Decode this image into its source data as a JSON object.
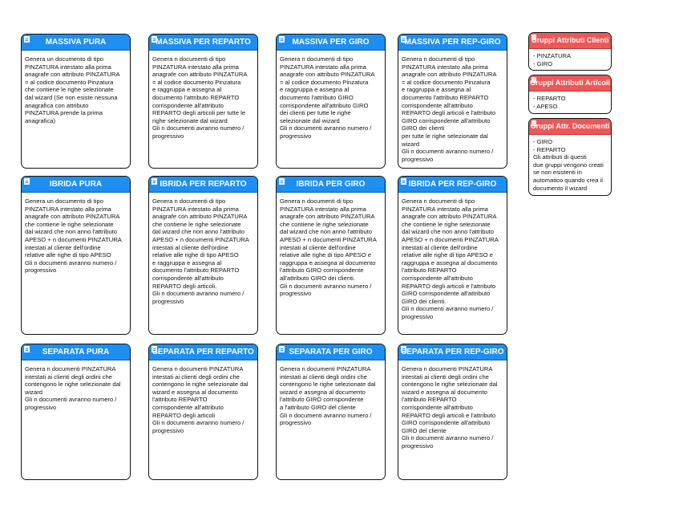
{
  "cards": [
    {
      "title": "MASSIVA PURA",
      "text": "Genera un documento di tipo\nPINZATURA intestato alla prima\nanagrafe con attributo PINZATURA\n= al codice documento Pinzatura\nche contiene le righe selezionate\ndal wizard (Se non esiste nessuna\nanagrafica con attributo\nPINZATURA prende la prima\nanagrafica)"
    },
    {
      "title": "MASSIVA PER REPARTO",
      "text": "Genera n documenti di tipo\nPINZATURA intestato alla prima\nanagrafe con attributo PINZATURA\n= al codice documento Pinzatura\ne raggruppa e assegna al\ndocumento l'attributo REPARTO\ncorrispondente all'attributo\nREPARTO degli articoli per tutte le\nrighe selezionate dal wizard\nGli n documenti avranno numero /\nprogressivo"
    },
    {
      "title": "MASSIVA PER GIRO",
      "text": "Genera n documenti di tipo\nPINZATURA intestato alla prima\nanagrafe con attributo PINZATURA\n= al codice documento Pinzatura\ne raggruppa e assegna al\ndocumento l'attributo GIRO\ncorrispondente all'attributo GIRO\ndei clienti per tutte le righe\nselezionate dal wizard\nGli n documenti avranno numero /\nprogressivo"
    },
    {
      "title": "MASSIVA PER REP-GIRO",
      "text": "Genera n documenti di tipo\nPINZATURA intestato alla prima\nanagrafe con attributo PINZATURA\n= al codice documento Pinzatura\ne raggruppa e assegna al\ndocumento l'attributo REPARTO\ncorrispondente all'attributo\nREPARTO degli articoli e l'attributo\nGIRO corrispondente all'attributo\nGIRO dei clienti\n per tutte le righe selezionate dal\nwizard\nGli n documenti avranno numero /\nprogressivo"
    },
    {
      "title": "IBRIDA PURA",
      "text": "Genera un documento di tipo\nPINZATURA intestato alla prima\nanagrafe con attributo PINZATURA\nche contiene le righe selezionate\ndal wizard che non anno l'attributo\nAPESO + n documenti PINZATURA\nintestati al cliente dell'ordine\nrelative alle righe di tipo APESO\nGli n documenti avranno numero /\nprogressivo"
    },
    {
      "title": "IBRIDA PER REPARTO",
      "text": "Genera n documenti di tipo\nPINZATURA intestato alla prima\nanagrafe con attributo PINZATURA\nche contiene le righe selezionate\ndal wizard che non anno l'attributo\nAPESO + n documenti PINZATURA\nintestati al cliente dell'ordine\nrelative alle righe di tipo APESO\ne raggruppa e assegna al\ndocumento l'attributo REPARTO\ncorrispondente all'attributo\nREPARTO degli articoli.\nGli n documenti avranno numero /\nprogressivo"
    },
    {
      "title": "IBRIDA PER GIRO",
      "text": "Genera n documenti di tipo\nPINZATURA intestato alla prima\nanagrafe con attributo PINZATURA\nche contiene le righe selezionate\ndal wizard che non anno l'attributo\nAPESO + n documenti PINZATURA\nintestati al cliente dell'ordine\nrelative alle righe di tipo APESO e\nraggruppa e assegna al documento\nl'attributo GIRO corrispondente\nall'attributo GIRO dei clienti.\nGli n documenti avranno numero /\nprogressivo"
    },
    {
      "title": "IBRIDA PER REP-GIRO",
      "text": "Genera n documenti di tipo\nPINZATURA intestato alla prima\nanagrafe con attributo PINZATURA\nche contiene le righe selezionate\ndal wizard che non anno l'attributo\nAPESO + n documenti PINZATURA\nintestati al cliente dell'ordine\nrelative alle righe di tipo APESO e\nraggruppa e assegna al documento\nl'attributo REPARTO\ncorrispondente all'attributo\nREPARTO degli articoli e l'attributo\nGIRO corrispondente all'attributo\nGIRO dei clienti.\nGli n documenti avranno numero /\nprogressivo"
    },
    {
      "title": "SEPARATA PURA",
      "text": "Genera n documenti PINZATURA\nintestati ai clienti degli ordini che\ncontengono le righe selezionate dal\nwizard\nGli n documenti avranno numero /\nprogressivo"
    },
    {
      "title": "SEPARATA PER REPARTO",
      "text": "Genera n documenti PINZATURA\nintestati ai clienti degli ordini che\ncontengono le righe selezionate dal\nwizard e assegna al documento\nl'attributo REPARTO\ncorrispondente all'attributo\nREPARTO degli articoli\nGli n documenti avranno numero /\nprogressivo"
    },
    {
      "title": "SEPARATA PER GIRO",
      "text": "Genera n documenti PINZATURA\nintestati ai clienti degli ordini che\ncontengono le righe selezionate dal\nwizard e assegna al documento\nl'attributo GIRO corrispondente\na l'attributo GIRO del cliente\nGli n documenti avranno numero /\nprogressivo"
    },
    {
      "title": "SEPARATA PER REP-GIRO",
      "text": "Genera n documenti PINZATURA\nintestati ai clienti degli ordini che\ncontengono le righe selezionate dal\nwizard e assegna al documento\nl'attributo REPARTO\ncorrispondente all'attributo\nREPARTO degli articoli e l'attributo\nGIRO corrispondente all'attributo\nGIRO del cliente\nGli n documenti avranno numero /\nprogressivo"
    }
  ],
  "groups": [
    {
      "title": "Gruppi Attributi Clienti",
      "items": [
        "PINZATURA",
        "GIRO"
      ],
      "note": ""
    },
    {
      "title": "Gruppi Attributi Articoli",
      "items": [
        "REPARTO",
        "APESO"
      ],
      "note": ""
    },
    {
      "title": "Gruppi Attr. Documenti",
      "items": [
        "GIRO",
        "REPARTO"
      ],
      "note": "Gli attributi di questi\ndue gruppi vengono creati\nse non esistenti in\nautomatico quando crea il\ndocumento il wizard"
    }
  ],
  "colors": {
    "card_header": "#1e8ff0",
    "group_header": "#ef5757"
  }
}
